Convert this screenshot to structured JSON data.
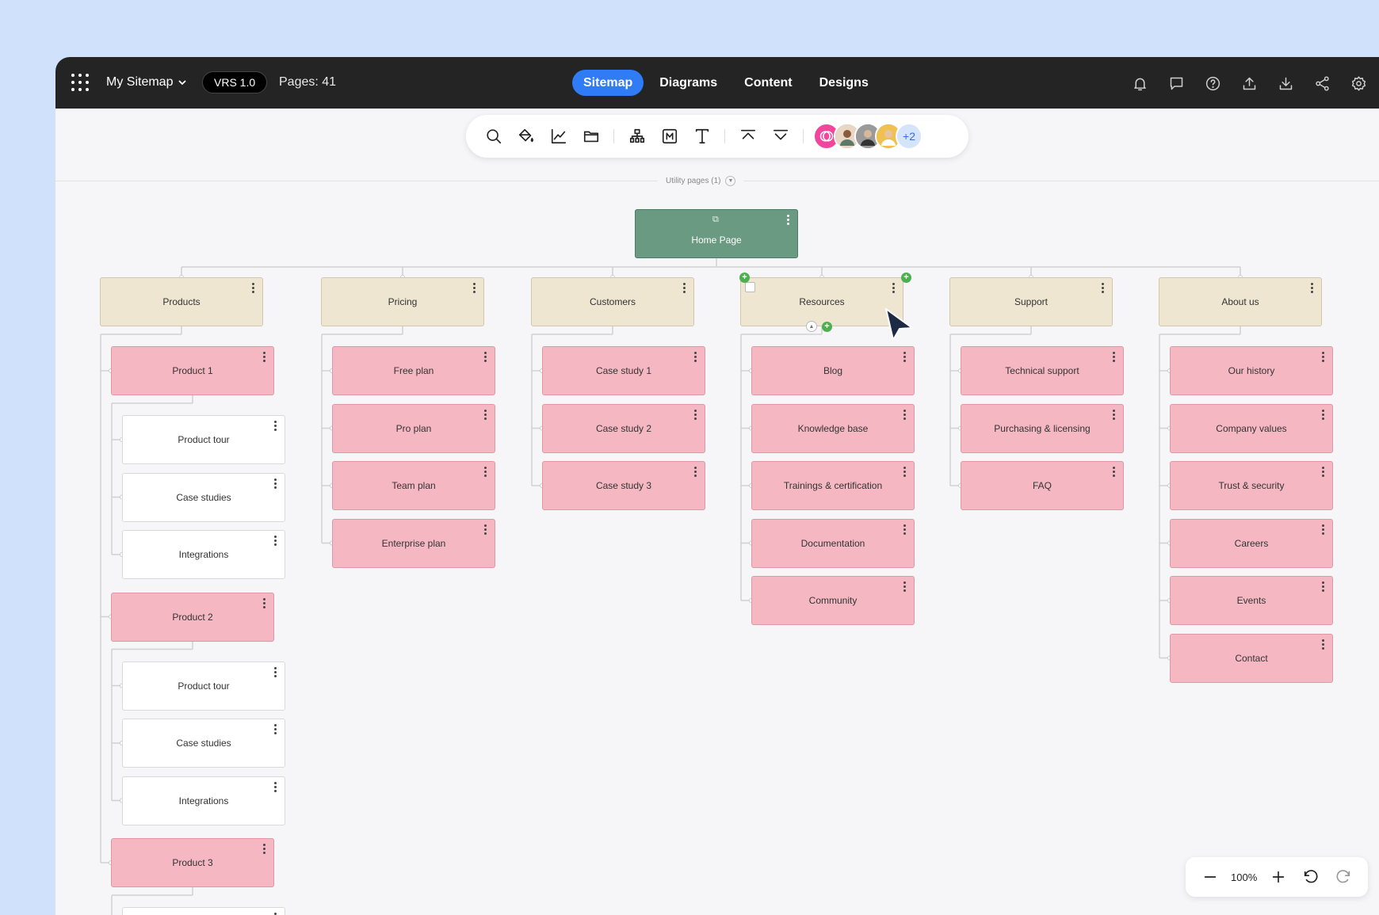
{
  "topbar": {
    "project_name": "My Sitemap",
    "version": "VRS 1.0",
    "pages": "Pages: 41",
    "tabs": [
      {
        "label": "Sitemap",
        "active": true
      },
      {
        "label": "Diagrams",
        "active": false
      },
      {
        "label": "Content",
        "active": false
      },
      {
        "label": "Designs",
        "active": false
      }
    ],
    "right_icons": [
      "bell-icon",
      "comment-icon",
      "help-icon",
      "upload-icon",
      "download-icon",
      "share-icon",
      "settings-icon"
    ]
  },
  "toolbar": {
    "tools": [
      "search-icon",
      "paint-bucket-icon",
      "chart-icon",
      "folder-icon",
      "sitemap-icon",
      "markdown-icon",
      "text-icon",
      "collapse-up-icon",
      "expand-down-icon"
    ],
    "collaborators_more": "+2"
  },
  "utility": {
    "label": "Utility pages (1)"
  },
  "sitemap": {
    "home": "Home Page",
    "sections": [
      {
        "label": "Products",
        "children": [
          {
            "label": "Product 1",
            "children": [
              "Product tour",
              "Case studies",
              "Integrations"
            ]
          },
          {
            "label": "Product 2",
            "children": [
              "Product tour",
              "Case studies",
              "Integrations"
            ]
          },
          {
            "label": "Product 3",
            "children": [
              ""
            ]
          }
        ]
      },
      {
        "label": "Pricing",
        "children": [
          {
            "label": "Free plan"
          },
          {
            "label": "Pro plan"
          },
          {
            "label": "Team plan"
          },
          {
            "label": "Enterprise plan"
          }
        ]
      },
      {
        "label": "Customers",
        "children": [
          {
            "label": "Case study 1"
          },
          {
            "label": "Case study 2"
          },
          {
            "label": "Case study 3"
          }
        ]
      },
      {
        "label": "Resources",
        "children": [
          {
            "label": "Blog"
          },
          {
            "label": "Knowledge base"
          },
          {
            "label": "Trainings & certification"
          },
          {
            "label": "Documentation"
          },
          {
            "label": "Community"
          }
        ]
      },
      {
        "label": "Support",
        "children": [
          {
            "label": "Technical support"
          },
          {
            "label": "Purchasing & licensing"
          },
          {
            "label": "FAQ"
          }
        ]
      },
      {
        "label": "About us",
        "children": [
          {
            "label": "Our history"
          },
          {
            "label": "Company values"
          },
          {
            "label": "Trust & security"
          },
          {
            "label": "Careers"
          },
          {
            "label": "Events"
          },
          {
            "label": "Contact"
          }
        ]
      }
    ]
  },
  "zoom": {
    "level": "100%"
  }
}
